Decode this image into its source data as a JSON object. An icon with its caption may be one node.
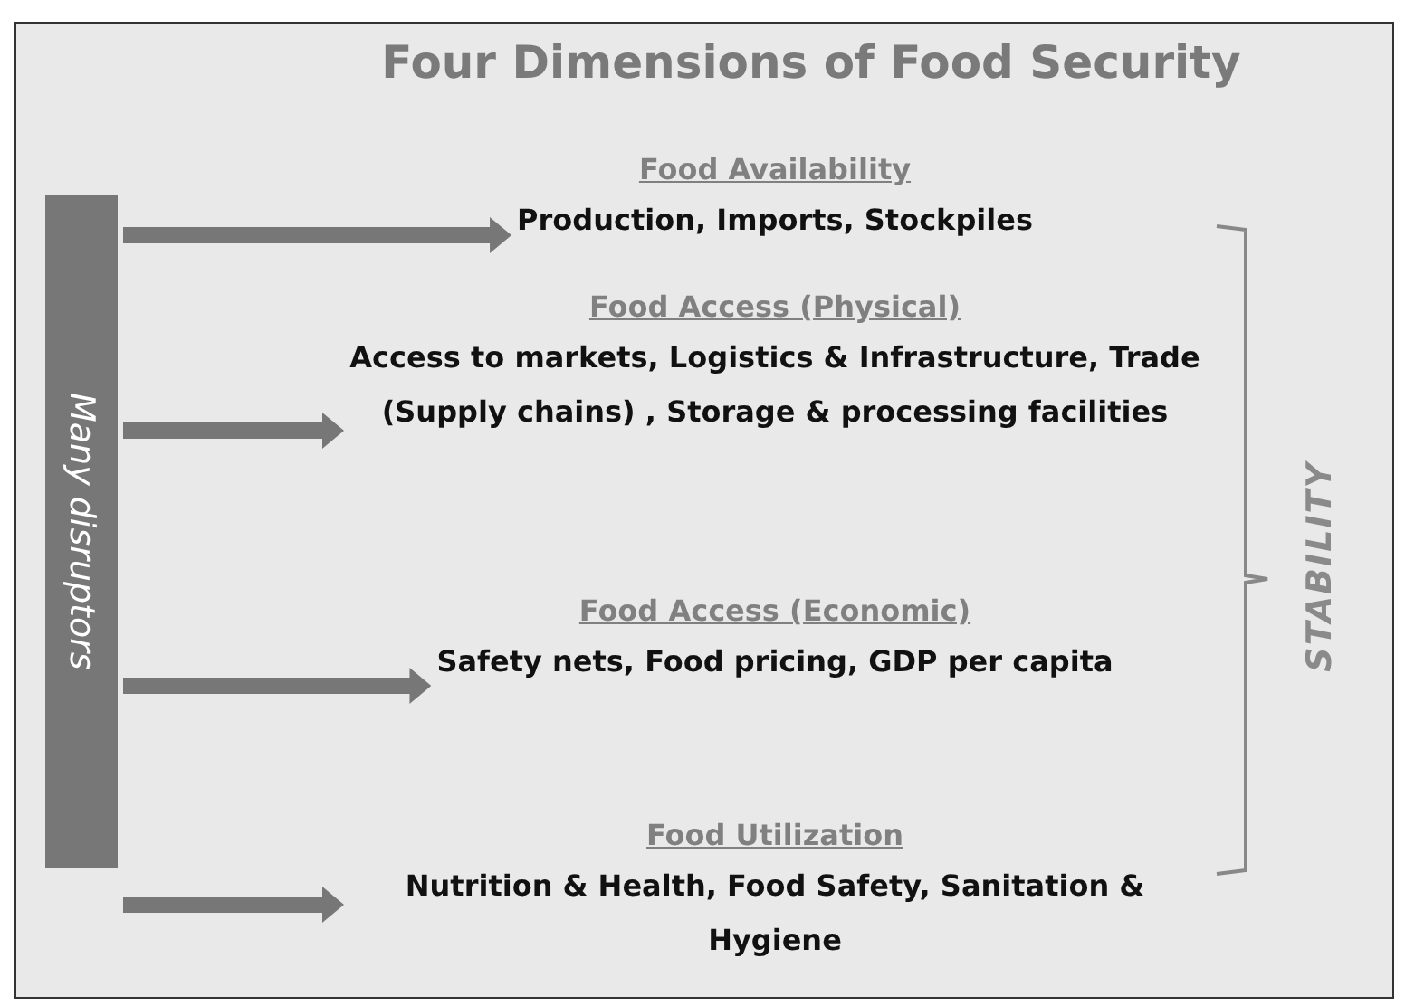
{
  "diagram": {
    "title": "Four Dimensions of Food Security",
    "nodes": [
      {
        "text": [
          "Many disruptors"
        ]
      },
      {
        "text": [
          "Food Availability",
          "Production, Imports, Stockpiles"
        ]
      },
      {
        "text": [
          "Food Access (Physical)",
          "Access to markets,  Logistics & Infrastructure, Trade (Supply chains) , Storage & processing facilities"
        ]
      },
      {
        "text": [
          "Food Access (Economic)",
          "Safety nets, Food pricing, GDP per capita"
        ]
      },
      {
        "text": [
          "Food Utilization",
          "Nutrition & Health, Food Safety, Sanitation & Hygiene"
        ]
      }
    ],
    "edges": [
      {
        "from": 0,
        "to": 1,
        "arrow": "to"
      },
      {
        "from": 0,
        "to": 2,
        "arrow": "to"
      },
      {
        "from": 0,
        "to": 3,
        "arrow": "to"
      },
      {
        "from": 0,
        "to": 4,
        "arrow": "to"
      }
    ],
    "labels": [
      "STABILITY"
    ]
  }
}
